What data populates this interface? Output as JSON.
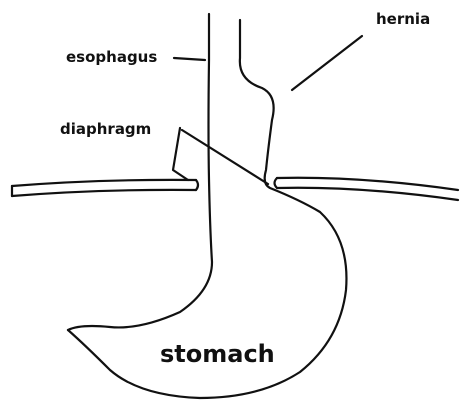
{
  "diagram": {
    "labels": {
      "esophagus": "esophagus",
      "hernia": "hernia",
      "diaphragm": "diaphragm",
      "stomach": "stomach"
    },
    "colors": {
      "ink": "#111111",
      "background": "#ffffff"
    }
  }
}
